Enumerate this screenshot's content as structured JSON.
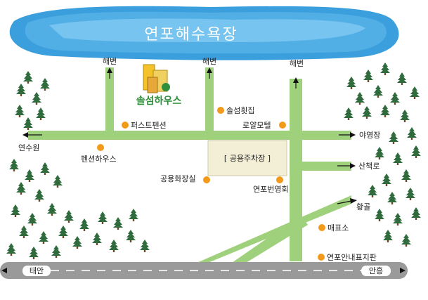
{
  "title": "연포해수욕장",
  "colors": {
    "sky": "#3a9fdc",
    "road": "#9fd07c",
    "highway": "#9a9a9a",
    "marker": "#f39a1a",
    "parking": "#f2efd6",
    "logo": "#2f8f3a"
  },
  "icons": [
    "tree-icon",
    "building-icon",
    "arrow-icon",
    "location-dot-icon"
  ],
  "logo_text": "솔섬하우스",
  "beach_labels": [
    "해변",
    "해변",
    "해변"
  ],
  "places": {
    "first_pension": "퍼스트펜션",
    "pension_house": "펜션하우스",
    "solsum_house": "솔섬횟집",
    "royal_motel": "로얄모텔",
    "public_toilet": "공용화장실",
    "yeonpo_office": "연포번영회",
    "ticket_office": "매표소",
    "yeonpo_sign": "연포안내표지판"
  },
  "parking_lot": "[ 공용주차장 ]",
  "directions": {
    "yeonsuwon": "연수원",
    "yayeongjang": "야영장",
    "sancheokro": "산책로",
    "hwanggol": "황골",
    "taean": "태안",
    "anheung": "안흥"
  }
}
